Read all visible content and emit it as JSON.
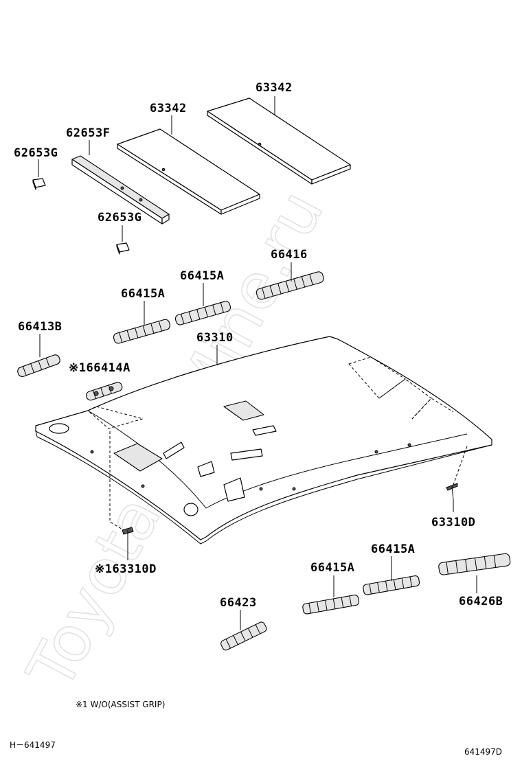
{
  "watermark": "ToyotaCarMine.ru",
  "labels": {
    "p63342_right": "63342",
    "p63342_left": "63342",
    "p62653F": "62653F",
    "p62653G_top": "62653G",
    "p62653G_bottom": "62653G",
    "p66416": "66416",
    "p66415A_upper": "66415A",
    "p66415A_mid": "66415A",
    "p66413B": "66413B",
    "p63310": "63310",
    "p66414A": "※166414A",
    "p63310D_right": "63310D",
    "p63310D_left": "※163310D",
    "p66415A_lower_right": "66415A",
    "p66415A_lower_left": "66415A",
    "p66426B": "66426B",
    "p66423": "66423"
  },
  "footnote": "※1 W/O(ASSIST GRIP)",
  "ref_left": "H－641497",
  "ref_right": "641497D"
}
